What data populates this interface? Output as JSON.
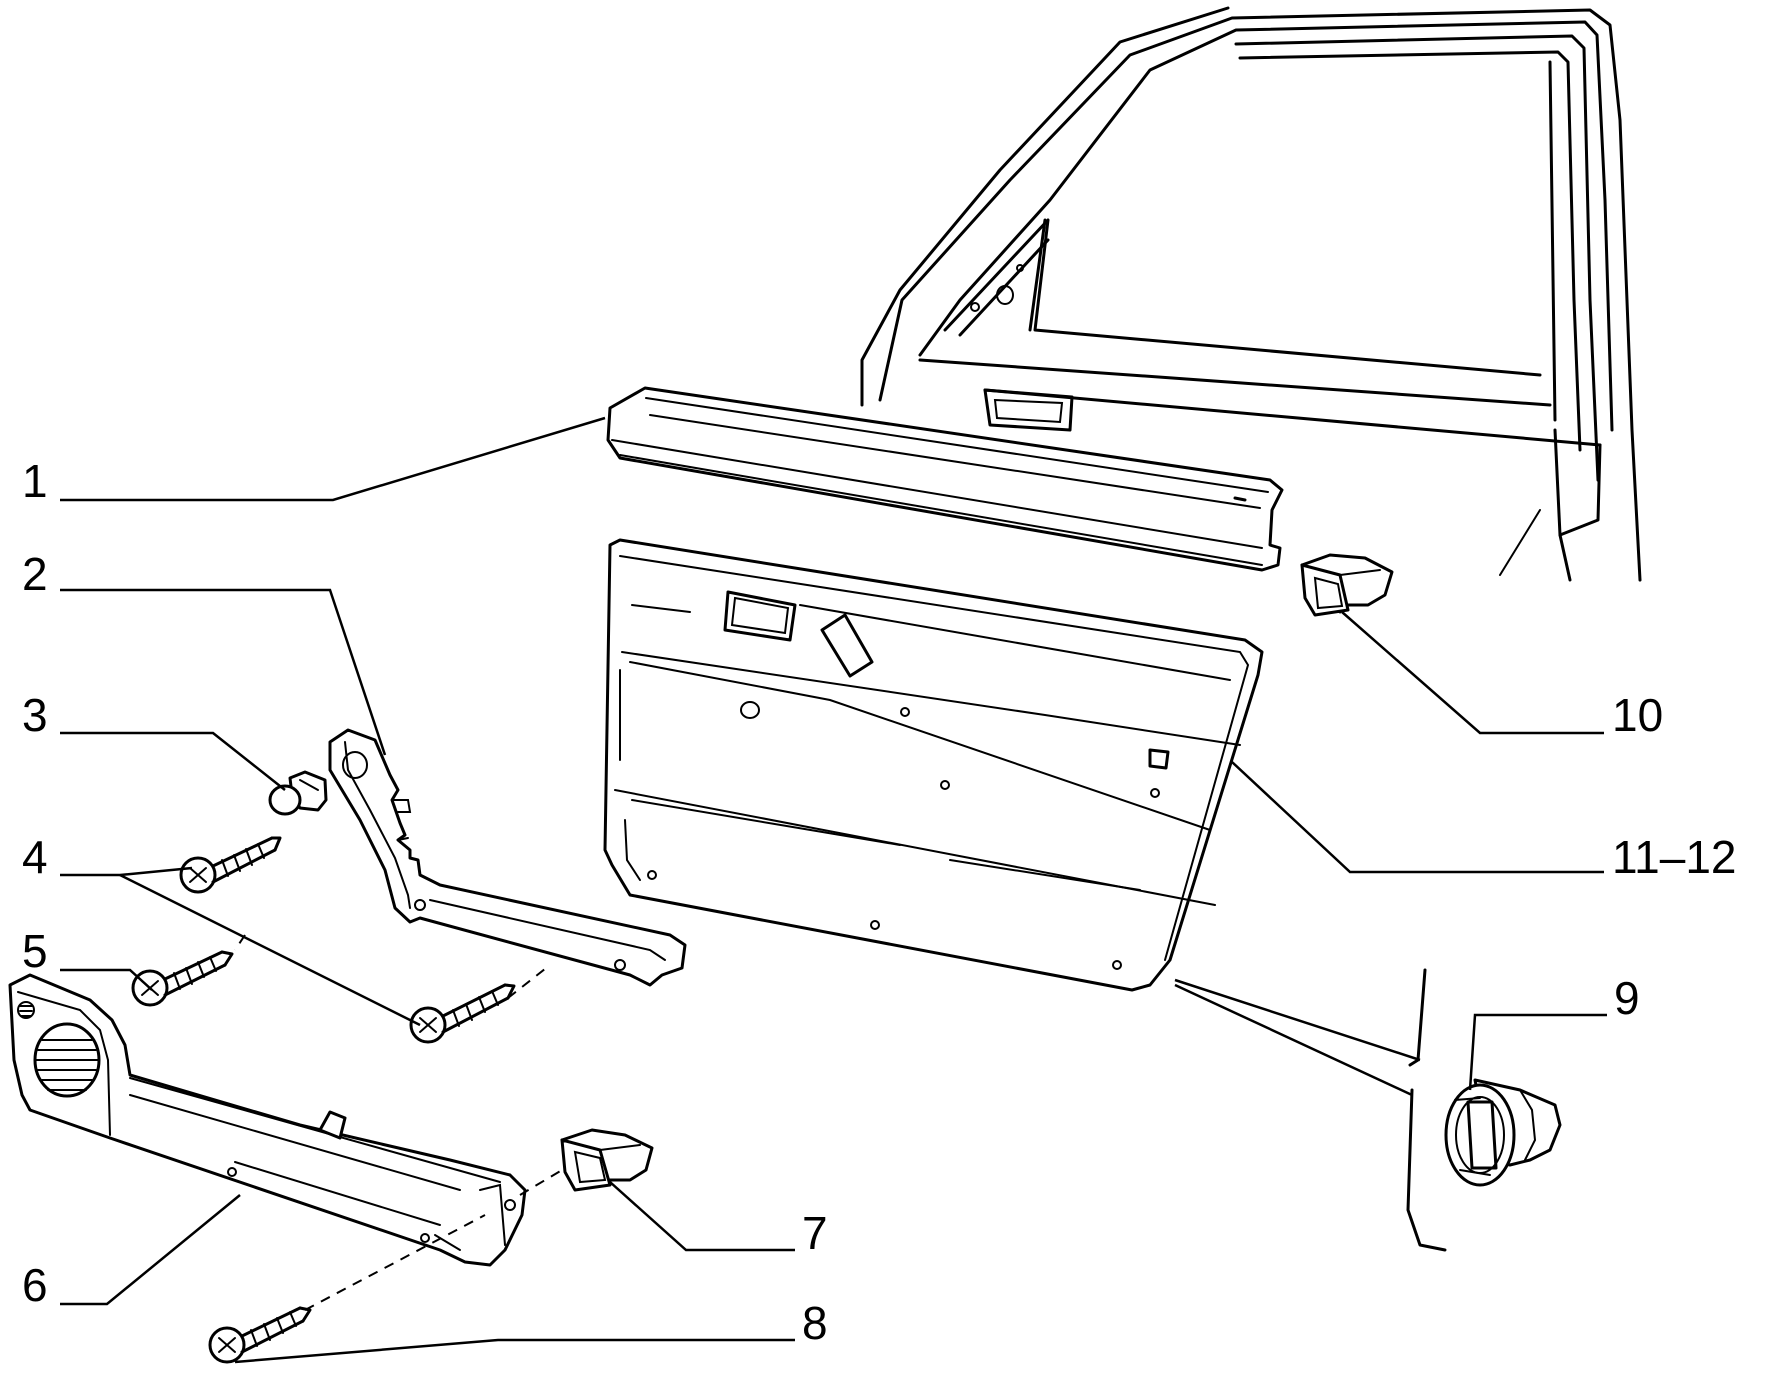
{
  "diagram": {
    "callouts": [
      {
        "id": "1",
        "label": "1"
      },
      {
        "id": "2",
        "label": "2"
      },
      {
        "id": "3",
        "label": "3"
      },
      {
        "id": "4",
        "label": "4"
      },
      {
        "id": "5",
        "label": "5"
      },
      {
        "id": "6",
        "label": "6"
      },
      {
        "id": "7",
        "label": "7"
      },
      {
        "id": "8",
        "label": "8"
      },
      {
        "id": "9",
        "label": "9"
      },
      {
        "id": "10",
        "label": "10"
      },
      {
        "id": "11-12",
        "label": "11–12"
      }
    ]
  }
}
